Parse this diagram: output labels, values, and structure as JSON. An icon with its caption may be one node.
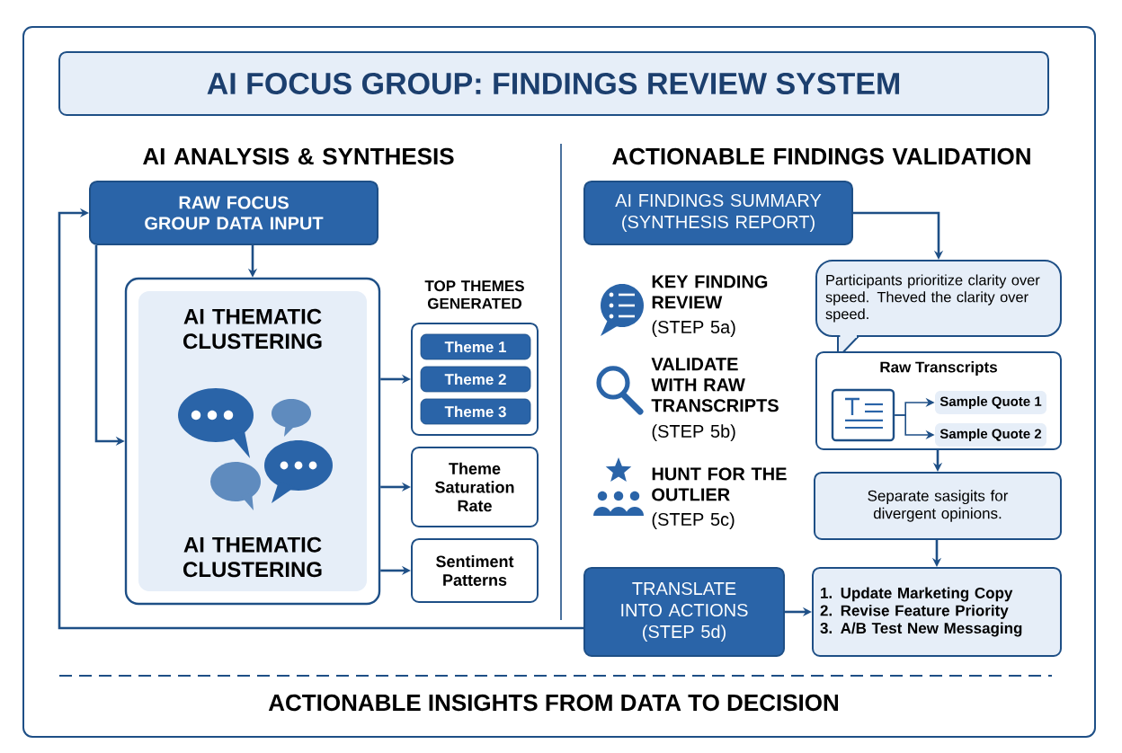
{
  "diagram": {
    "title": "AI FOCUS GROUP: FINDINGS REVIEW SYSTEM",
    "caption": "ACTIONABLE INSIGHTS FROM DATA TO DECISION",
    "nodes": [
      {
        "text": [
          "RAW FOCUS GROUP DATA INPUT"
        ]
      },
      {
        "text": [
          "AI THEMATIC CLUSTERING",
          "AI THEMATIC CLUSTERING"
        ]
      },
      {
        "text": [
          "TOP THEMES GENERATED"
        ]
      },
      {
        "text": [
          "Theme 1"
        ],
        "in": 2
      },
      {
        "text": [
          "Theme 2"
        ],
        "in": 2
      },
      {
        "text": [
          "Theme 3"
        ],
        "in": 2
      },
      {
        "text": [
          "Theme Saturation Rate"
        ]
      },
      {
        "text": [
          "Sentiment Patterns"
        ]
      },
      {
        "text": [
          "AI FINDINGS SUMMARY",
          "(SYNTHESIS REPORT)"
        ]
      },
      {
        "text": [
          "Participants prioritize clarity over speed. Theved the clarity over speed."
        ]
      },
      {
        "text": [
          "Raw Transcripts"
        ]
      },
      {
        "text": [],
        "shape": "picture",
        "in": 10
      },
      {
        "text": [
          "Sample Quote 1"
        ],
        "in": 10
      },
      {
        "text": [
          "Sample Quote 2"
        ],
        "in": 10
      },
      {
        "text": [
          "Separate sasigits for divergent opinions."
        ]
      },
      {
        "text": [
          "TRANSLATE INTO ACTIONS",
          "(STEP 5d)"
        ]
      },
      {
        "text": [
          "1. Update Marketing Copy",
          "2. Revise Feature Priority",
          "3. A/B Test New Messaging"
        ]
      }
    ],
    "edges": [
      {
        "from": 0,
        "to": 1,
        "arrow": "to"
      },
      {
        "from": 0,
        "to": 1,
        "arrow": "to"
      },
      {
        "from": 1,
        "to": 2,
        "arrow": "to"
      },
      {
        "from": 1,
        "to": 6,
        "arrow": "to"
      },
      {
        "from": 1,
        "to": 7,
        "arrow": "to"
      },
      {
        "from": 8,
        "to": 9,
        "arrow": "to"
      },
      {
        "from": 11,
        "to": 12,
        "arrow": "to"
      },
      {
        "from": 11,
        "to": 13,
        "arrow": "to"
      },
      {
        "from": 10,
        "to": 14,
        "arrow": "to"
      },
      {
        "from": 14,
        "to": 16,
        "arrow": "to"
      },
      {
        "from": 15,
        "to": 16,
        "arrow": "to"
      },
      {
        "from": 15,
        "to": 0,
        "arrow": "to"
      }
    ],
    "labels": [
      "AI ANALYSIS & SYNTHESIS",
      "ACTIONABLE FINDINGS VALIDATION",
      "KEY FINDING REVIEW",
      "(STEP 5a)",
      "VALIDATE WITH RAW TRANSCRIPTS",
      "(STEP 5b)",
      "HUNT FOR THE OUTLIER",
      "(STEP 5c)"
    ]
  }
}
